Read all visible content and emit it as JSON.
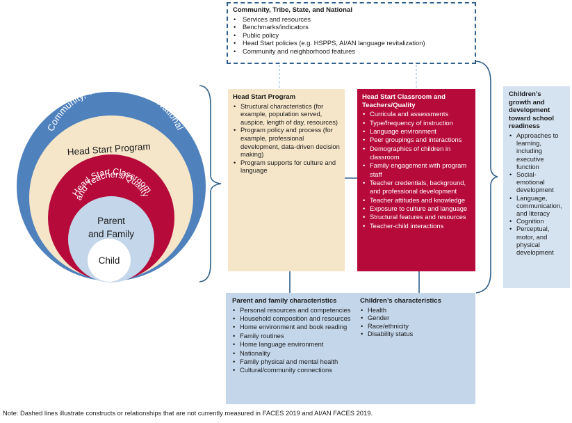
{
  "circles": {
    "community_label": "Community, Tribe, State, and National",
    "program_label": "Head Start Program",
    "classroom_label": "Head Start Classroom and Teachers/Quality",
    "parent_line1": "Parent",
    "parent_line2": "and Family",
    "child_label": "Child"
  },
  "community": {
    "title": "Community, Tribe, State, and National",
    "items": [
      "Services and resources",
      "Benchmarks/indicators",
      "Public policy",
      "Head Start policies (e.g. HSPPS, AI/AN language revitalization)",
      "Community and neighborhood features"
    ]
  },
  "program": {
    "title": "Head Start Program",
    "items": [
      "Structural characteristics (for example, population served, auspice, length of day, resources)",
      "Program policy and process (for example, professional development, data-driven decision making)",
      "Program supports for culture and language"
    ]
  },
  "classroom": {
    "title": "Head Start Classroom and Teachers/Quality",
    "items": [
      "Curricula and assessments",
      "Type/frequency of instruction",
      "Language environment",
      "Peer groupings and interactions",
      "Demographics of children in classroom",
      "Family engagement with program staff",
      "Teacher credentials, background, and professional development",
      "Teacher attitudes and knowledge",
      "Exposure to culture and language",
      "Structural features and resources",
      "Teacher-child interactions"
    ]
  },
  "parent": {
    "title": "Parent and family characteristics",
    "items": [
      "Personal resources and competencies",
      "Household composition and resources",
      "Home environment and book reading",
      "Family routines",
      "Home language environment",
      "Nationality",
      "Family physical and mental health",
      "Cultural/community connections"
    ]
  },
  "children": {
    "title": "Children’s characteristics",
    "items": [
      "Health",
      "Gender",
      "Race/ethnicity",
      "Disability status"
    ]
  },
  "readiness": {
    "title": "Children’s growth and development toward school readiness",
    "items": [
      "Approaches to learning, including executive function",
      "Social-emotional development",
      "Language, communication, and literacy",
      "Cognition",
      "Perceptual, motor, and physical development"
    ]
  },
  "footnote": "Note: Dashed lines illustrate constructs or relationships that are not currently measured in FACES 2019 and AI/AN FACES 2019.",
  "colors": {
    "community_ring": "#4f81bd",
    "program_ring": "#f6e6c9",
    "classroom_ring": "#b50a3a",
    "parent_ring": "#c3d6ea",
    "child_ring": "#ffffff",
    "dark_blue_line": "#2f5f8a",
    "light_blue_dash": "#9cc3e6"
  }
}
